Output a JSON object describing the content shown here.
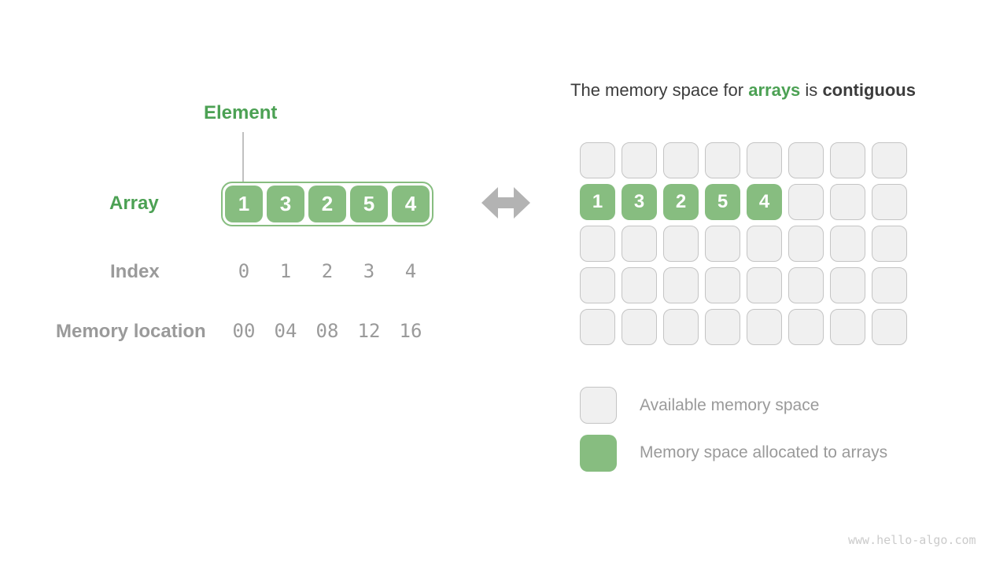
{
  "colors": {
    "green_dark": "#4CA154",
    "green_cell": "#87BD80",
    "cell_gray_bg": "#F0F0F0",
    "cell_gray_border": "#C4C4C4",
    "text_gray": "#9A9A9A",
    "text_dark": "#3C3C3C",
    "arrow_gray": "#B3B3B3",
    "watermark_gray": "#CBCBCB"
  },
  "left": {
    "element_label": "Element",
    "array_label": "Array",
    "array_values": [
      "1",
      "3",
      "2",
      "5",
      "4"
    ],
    "index_label": "Index",
    "index_values": [
      "0",
      "1",
      "2",
      "3",
      "4"
    ],
    "memory_label": "Memory location",
    "memory_values": [
      "00",
      "04",
      "08",
      "12",
      "16"
    ]
  },
  "right": {
    "title": {
      "prefix": "The memory space for",
      "highlight": "arrays",
      "middle": "is",
      "emphasis": "contiguous"
    },
    "grid": {
      "columns": 8,
      "rows": 5,
      "allocated_row": 1,
      "allocated_values": [
        "1",
        "3",
        "2",
        "5",
        "4"
      ]
    },
    "legend": [
      {
        "swatch": "available",
        "label": "Available memory space"
      },
      {
        "swatch": "allocated",
        "label": "Memory space allocated to arrays"
      }
    ]
  },
  "footer": {
    "watermark": "www.hello-algo.com"
  }
}
